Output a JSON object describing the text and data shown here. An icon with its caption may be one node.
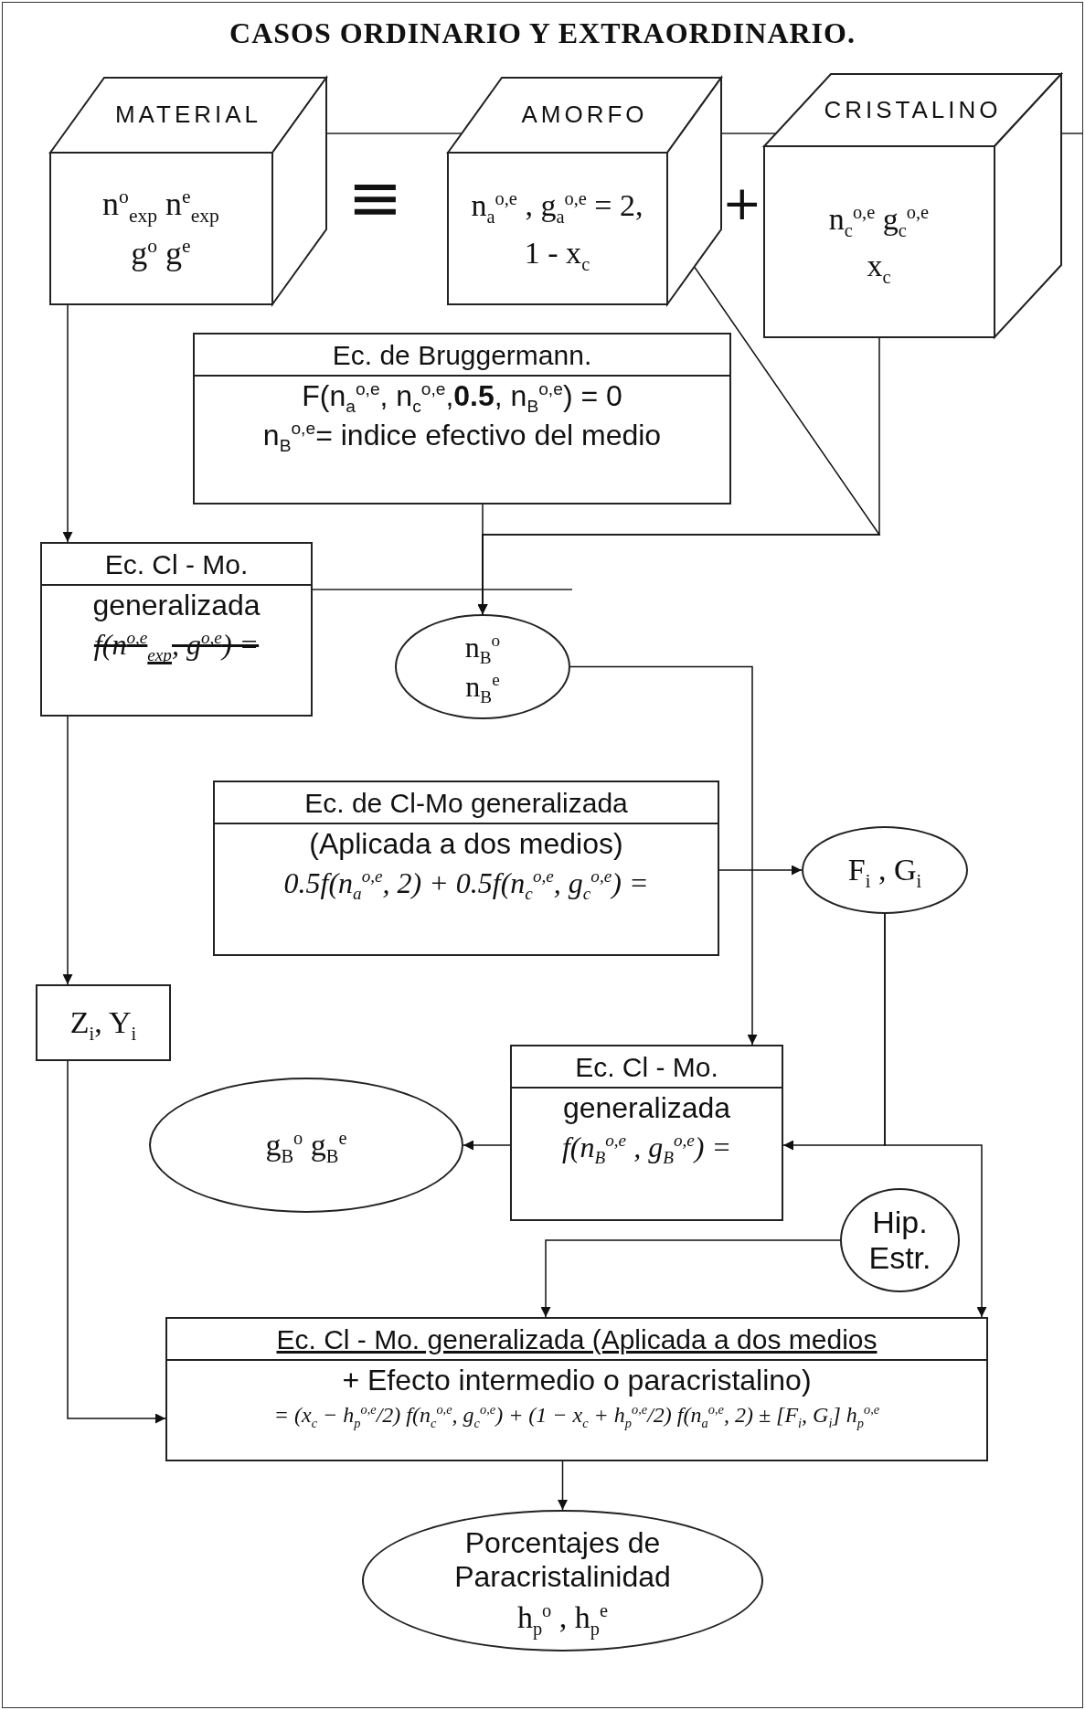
{
  "diagram": {
    "title": "CASOS ORDINARIO Y EXTRAORDINARIO.",
    "nodes": [
      {
        "text": [
          "MATERIAL",
          "n$^{o}$$_{exp}$ n$^{e}$$_{exp}$",
          "g$^{o}$ g$^{e}$"
        ]
      },
      {
        "text": [
          "AMORFO",
          "n$_{a}$$^{o,e}$ , g$_{a}$$^{o,e}$ = 2,",
          "1 - x$_{c}$"
        ]
      },
      {
        "text": [
          "CRISTALINO",
          "n$_{c}$$^{o,e}$ g$_{c}$$^{o,e}$",
          "x$_{c}$"
        ]
      },
      {
        "text": [
          "Ec. de Bruggermann.",
          "F(n$_{a}$$^{o,e}$, n$_{c}$$^{o,e}$,**0.5**, n$_{B}$$^{o,e}$) = 0",
          "n$_{B}$$^{o,e}$= indice efectivo del medio"
        ]
      },
      {
        "text": [
          "Ec. Cl - Mo.",
          "generalizada",
          "f(n$^{o,e}$$_{exp}$, g$^{o,e}$) ="
        ]
      },
      {
        "text": [
          "n$_{B}$$^{o}$",
          "n$_{B}$$^{e}$"
        ]
      },
      {
        "text": [
          "Ec. de Cl-Mo generalizada",
          "(Aplicada a dos medios)",
          "0.5f(n$_{a}$$^{o,e}$, 2) + 0.5f(n$_{c}$$^{o,e}$, g$_{c}$$^{o,e}$) ="
        ]
      },
      {
        "text": [
          "F$_{i}$ , G$_{i}$"
        ]
      },
      {
        "text": [
          "Z$_{i}$, Y$_{i}$"
        ]
      },
      {
        "text": [
          "Ec. Cl - Mo.",
          "generalizada",
          "f(n$_{B}$$^{o,e}$ , g$_{B}$$^{o,e}$) ="
        ]
      },
      {
        "text": [
          "g$_{B}$$^{o}$ g$_{B}$$^{e}$"
        ]
      },
      {
        "text": [
          "Hip. Estr."
        ]
      },
      {
        "text": [
          "Ec. Cl - Mo. generalizada (Aplicada a dos medios",
          "+ Efecto intermedio o paracristalino)",
          "= (x$_{c}$ − h$_{p}$$^{o,e}$/2) f(n$_{c}$$^{o,e}$, g$_{c}$$^{o,e}$) + (1 − x$_{c}$ + h$_{p}$$^{o,e}$/2) f(n$_{a}$$^{o,e}$, 2) ± [F$_{i}$, G$_{i}$] h$_{p}$$^{o,e}$"
        ]
      },
      {
        "text": [
          "Porcentajes de Paracristalinidad",
          "h$_{p}$$^{o}$ , h$_{p}$$^{e}$"
        ]
      }
    ],
    "edges": [
      {
        "from": 0,
        "to": 4,
        "arrow": "to"
      },
      {
        "from": 1,
        "to": 5,
        "arrow": "to"
      },
      {
        "from": 2,
        "to": 5,
        "arrow": "to"
      },
      {
        "from": 3,
        "to": 5,
        "arrow": "to"
      },
      {
        "from": 4,
        "to": 8,
        "arrow": "to"
      },
      {
        "from": 5,
        "to": 9,
        "arrow": "to"
      },
      {
        "from": 6,
        "to": 7,
        "arrow": "to"
      },
      {
        "from": 7,
        "to": 9,
        "arrow": "to"
      },
      {
        "from": 7,
        "to": 12,
        "arrow": "to"
      },
      {
        "from": 9,
        "to": 10,
        "arrow": "to"
      },
      {
        "from": 11,
        "to": 12,
        "arrow": "to"
      },
      {
        "from": 8,
        "to": 12,
        "arrow": "to"
      },
      {
        "from": 12,
        "to": 13,
        "arrow": "to"
      }
    ],
    "labels": [
      "≡",
      "+"
    ]
  }
}
